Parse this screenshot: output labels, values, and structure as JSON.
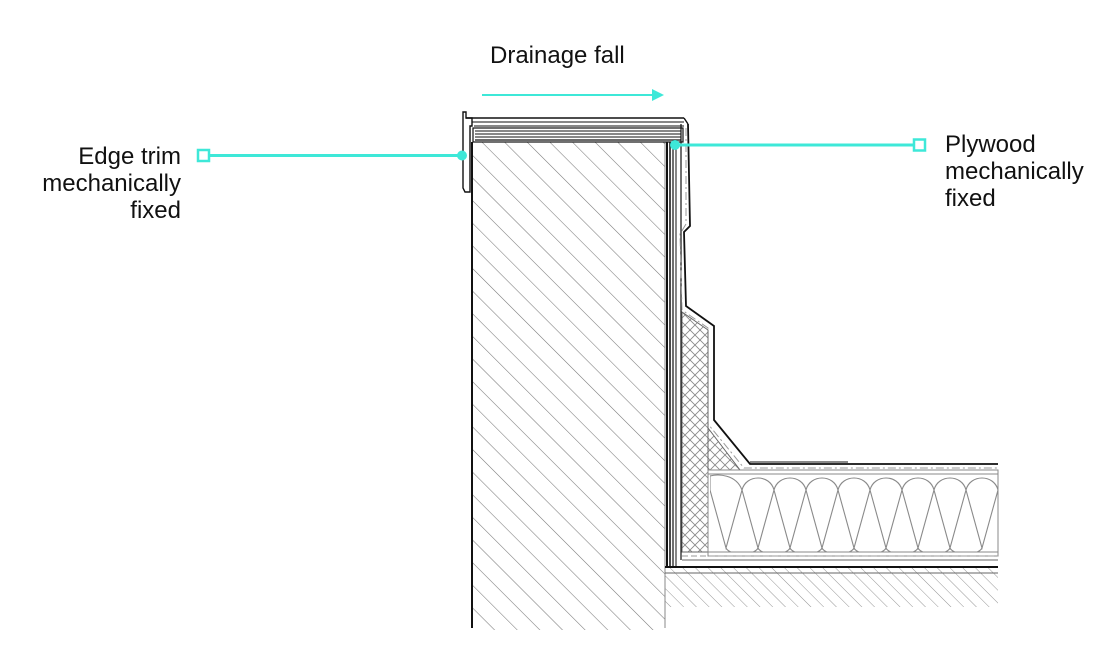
{
  "annotations": {
    "top": {
      "text": "Drainage fall"
    },
    "left": {
      "lines": [
        "Edge trim",
        "mechanically",
        "fixed"
      ]
    },
    "right": {
      "lines": [
        "Plywood",
        "mechanically",
        "fixed"
      ]
    }
  },
  "colors": {
    "accent": "#3ee8d8",
    "line": "#111111",
    "hatch": "#777777",
    "light_line": "#9a9a9a"
  }
}
